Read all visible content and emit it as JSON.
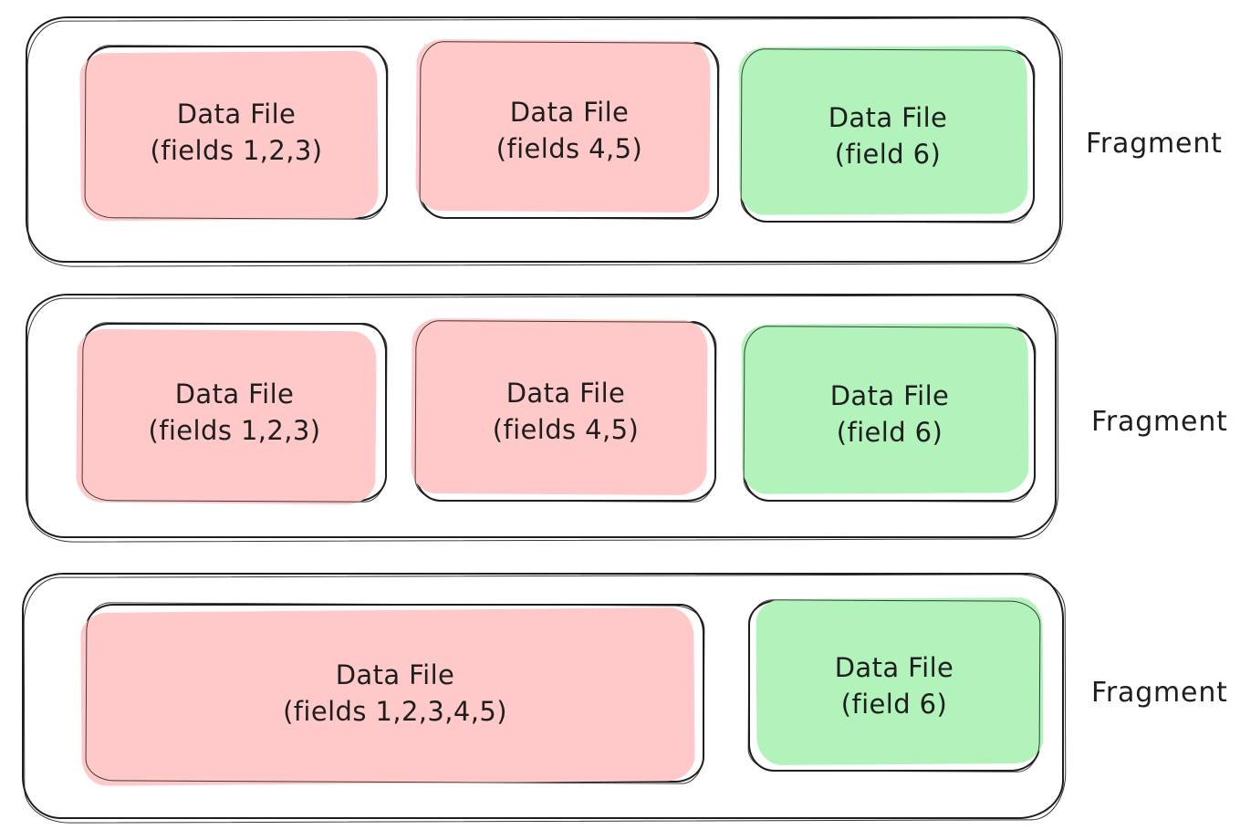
{
  "colors": {
    "pink_fill": "#ffc9c9",
    "green_fill": "#b2f2bb",
    "stroke": "#1e1e1e",
    "canvas_bg": "#ffffff"
  },
  "fragments": [
    {
      "label": "Fragment",
      "boxes": [
        {
          "title": "Data File",
          "subtitle": "(fields 1,2,3)",
          "color": "pink"
        },
        {
          "title": "Data File",
          "subtitle": "(fields 4,5)",
          "color": "pink"
        },
        {
          "title": "Data File",
          "subtitle": "(field 6)",
          "color": "green"
        }
      ]
    },
    {
      "label": "Fragment",
      "boxes": [
        {
          "title": "Data File",
          "subtitle": "(fields 1,2,3)",
          "color": "pink"
        },
        {
          "title": "Data File",
          "subtitle": "(fields 4,5)",
          "color": "pink"
        },
        {
          "title": "Data File",
          "subtitle": "(field 6)",
          "color": "green"
        }
      ]
    },
    {
      "label": "Fragment",
      "boxes": [
        {
          "title": "Data File",
          "subtitle": "(fields 1,2,3,4,5)",
          "color": "pink"
        },
        {
          "title": "Data File",
          "subtitle": "(field 6)",
          "color": "green"
        }
      ]
    }
  ]
}
